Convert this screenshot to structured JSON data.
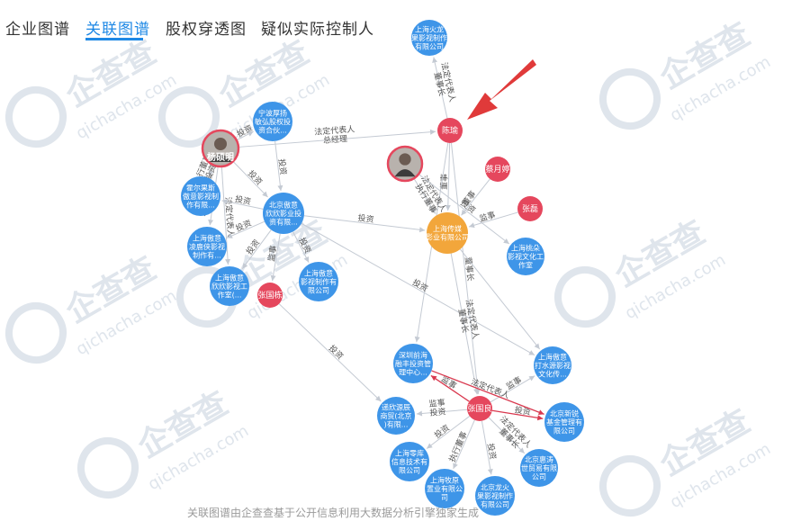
{
  "tabs": [
    {
      "label": "企业图谱",
      "active": false
    },
    {
      "label": "关联图谱",
      "active": true
    },
    {
      "label": "股权穿透图",
      "active": false
    },
    {
      "label": "疑似实际控制人",
      "active": false
    }
  ],
  "colors": {
    "company": "#3e95e8",
    "person": "#e5475d",
    "focus": "#f2a63b",
    "edge": "#c4cad3",
    "edge_label": "#555555",
    "highlight_edge": "#d9394f",
    "arrow": "#e03a3a",
    "tab_active": "#1e88e5",
    "watermark": "#dfe5ec"
  },
  "watermark": {
    "brand": "企查查",
    "site": "qichacha.com"
  },
  "graph": {
    "nodes": [
      {
        "id": "hd",
        "kind": "company",
        "lines": [
          "上海火龙",
          "果影视制作",
          "有限公司"
        ]
      },
      {
        "id": "cy",
        "kind": "person",
        "lines": [
          "陈瑜"
        ]
      },
      {
        "id": "cyt",
        "kind": "person",
        "lines": [
          "蔡月婷"
        ]
      },
      {
        "id": "zq",
        "kind": "person",
        "lines": [
          "张磊"
        ]
      },
      {
        "id": "av2",
        "kind": "avatar",
        "lines": []
      },
      {
        "id": "ycm",
        "kind": "focus",
        "lines": [
          "上海传媒",
          "影业有限公司"
        ]
      },
      {
        "id": "yd",
        "kind": "company",
        "lines": [
          "上海桃朵",
          "影视文化工",
          "作室"
        ]
      },
      {
        "id": "yang",
        "kind": "avatar",
        "lines": [
          "杨硕明"
        ]
      },
      {
        "id": "nb",
        "kind": "company",
        "lines": [
          "宁波厚扬",
          "敏弘股权投",
          "资合伙..."
        ]
      },
      {
        "id": "hes",
        "kind": "company",
        "lines": [
          "霍尔果斯",
          "傲意影视制",
          "作有限..."
        ]
      },
      {
        "id": "bj1",
        "kind": "company",
        "lines": [
          "北京傲意",
          "欣欣影业投",
          "资有限..."
        ]
      },
      {
        "id": "sh1",
        "kind": "company",
        "lines": [
          "上海傲意",
          "凌鹿侠影视",
          "制作有..."
        ]
      },
      {
        "id": "sh2",
        "kind": "company",
        "lines": [
          "上海傲意",
          "欣欣影视工",
          "作室(..."
        ]
      },
      {
        "id": "zgl",
        "kind": "person",
        "lines": [
          "张国栋"
        ]
      },
      {
        "id": "sh3",
        "kind": "company",
        "lines": [
          "上海傲意",
          "影视制作有",
          "限公司"
        ]
      },
      {
        "id": "sz",
        "kind": "company",
        "lines": [
          "深圳前海",
          "融丰投资管",
          "理中心..."
        ]
      },
      {
        "id": "zgh",
        "kind": "person",
        "lines": [
          "张国良"
        ]
      },
      {
        "id": "sh4",
        "kind": "company",
        "lines": [
          "上海傲意",
          "打水源影视",
          "文化传..."
        ]
      },
      {
        "id": "bj2",
        "kind": "company",
        "lines": [
          "北京新锐",
          "基金管理有",
          "限公司"
        ]
      },
      {
        "id": "sd",
        "kind": "company",
        "lines": [
          "递欣源辰",
          "商贸(北京",
          ")有限..."
        ]
      },
      {
        "id": "sh5",
        "kind": "company",
        "lines": [
          "上海零库",
          "信息技术有",
          "限公司"
        ]
      },
      {
        "id": "sh6",
        "kind": "company",
        "lines": [
          "上海牧原",
          "置业有限公",
          "司"
        ]
      },
      {
        "id": "bj3",
        "kind": "company",
        "lines": [
          "北京龙火",
          "果影视制作",
          "有限公司"
        ]
      },
      {
        "id": "bj4",
        "kind": "company",
        "lines": [
          "北京惠涛",
          "世贸易有限",
          "公司"
        ]
      }
    ],
    "edges": [
      {
        "from": "cy",
        "to": "hd",
        "labels": [
          "法定代表人",
          "董事长"
        ]
      },
      {
        "from": "yang",
        "to": "cy",
        "labels": [
          "法定代表人",
          "总经理"
        ]
      },
      {
        "from": "cy",
        "to": "ycm",
        "labels": [
          "董事"
        ]
      },
      {
        "from": "cy",
        "to": "zgh",
        "labels": [
          "董事长"
        ]
      },
      {
        "from": "cy",
        "to": "sz",
        "labels": []
      },
      {
        "from": "av2",
        "to": "ycm",
        "labels": [
          "法定代表人",
          "执行董事"
        ]
      },
      {
        "from": "av2",
        "to": "yd",
        "labels": [
          "投资"
        ]
      },
      {
        "from": "cyt",
        "to": "ycm",
        "labels": [
          "董事"
        ]
      },
      {
        "from": "zq",
        "to": "ycm",
        "labels": [
          "监事"
        ]
      },
      {
        "from": "bj1",
        "to": "ycm",
        "labels": [
          "投资"
        ]
      },
      {
        "from": "yang",
        "to": "nb",
        "labels": [
          "投资"
        ]
      },
      {
        "from": "yang",
        "to": "hes",
        "labels": [
          "执行董事",
          "投资"
        ]
      },
      {
        "from": "yang",
        "to": "bj1",
        "labels": [
          "投资"
        ]
      },
      {
        "from": "yang",
        "to": "sh1",
        "labels": [
          "法定代表人",
          "投资"
        ]
      },
      {
        "from": "yang",
        "to": "sh2",
        "labels": [
          "法定代表人"
        ]
      },
      {
        "from": "nb",
        "to": "bj1",
        "labels": [
          "投资"
        ]
      },
      {
        "from": "bj1",
        "to": "hes",
        "labels": [
          "投资"
        ]
      },
      {
        "from": "bj1",
        "to": "sh1",
        "labels": [
          "投资"
        ]
      },
      {
        "from": "bj1",
        "to": "sh2",
        "labels": [
          "投资"
        ]
      },
      {
        "from": "bj1",
        "to": "zgl",
        "labels": [
          "监事"
        ]
      },
      {
        "from": "bj1",
        "to": "sh3",
        "labels": [
          "投资"
        ]
      },
      {
        "from": "bj1",
        "to": "sh4",
        "labels": [
          "投资"
        ]
      },
      {
        "from": "zgl",
        "to": "sd",
        "labels": [
          "投资"
        ]
      },
      {
        "from": "ycm",
        "to": "zgh",
        "labels": [
          "法定代表人",
          "董事长"
        ]
      },
      {
        "from": "ycm",
        "to": "sh4",
        "labels": []
      },
      {
        "from": "zgh",
        "to": "sz",
        "labels": [
          "监事"
        ],
        "highlight": true
      },
      {
        "from": "zgh",
        "to": "sh4",
        "labels": [
          "监事"
        ]
      },
      {
        "from": "zgh",
        "to": "bj2",
        "labels": [
          "投资"
        ],
        "highlight": true
      },
      {
        "from": "sz",
        "to": "bj2",
        "labels": [
          "法定代表人"
        ],
        "highlight": true
      },
      {
        "from": "zgh",
        "to": "sd",
        "labels": [
          "监事",
          "投资"
        ]
      },
      {
        "from": "zgh",
        "to": "sh5",
        "labels": [
          "投资"
        ]
      },
      {
        "from": "zgh",
        "to": "sh6",
        "labels": [
          "执行董事"
        ]
      },
      {
        "from": "zgh",
        "to": "bj3",
        "labels": [
          "投资"
        ]
      },
      {
        "from": "zgh",
        "to": "bj4",
        "labels": [
          "法定代表人",
          "董事长"
        ]
      }
    ]
  },
  "footer": "关联图谱由企查查基于公开信息利用大数据分析引擎独家生成"
}
